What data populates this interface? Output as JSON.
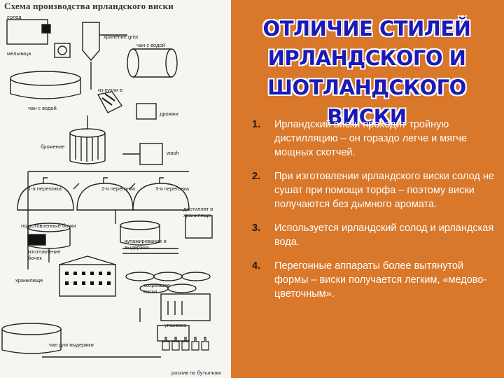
{
  "diagram": {
    "title": "Схема производства ирландского виски",
    "labels": {
      "malt": "солод",
      "malt_storage": "хранение grist",
      "mill": "мельница",
      "water_tank": "чан с водой",
      "mash_tun": "из кухни в",
      "wash_tun": "чан с водой",
      "yeast": "дрожжи",
      "fermentation": "брожение",
      "wash": "wash",
      "still_1": "1-я перегонка",
      "still_2": "2-я перегонка",
      "still_3": "3-я перегонка",
      "distillate": "дистиллят в хранилище",
      "new_casks": "подготовленные бочки",
      "filling": "изготовление бочек",
      "blend": "купажирование и выдержка",
      "warehouse": "хранилище",
      "matured": "созревшее виски",
      "bottling": "розлив по бутылкам",
      "packing": "упаковка",
      "dilution": "чан для выдержки",
      "bottles": "розлив по бутылкам"
    }
  },
  "heading": {
    "line1": "ОТЛИЧИЕ СТИЛЕЙ",
    "line2": "ИРЛАНДСКОГО И",
    "line3": "ШОТЛАНДСКОГО ВИСКИ"
  },
  "points": [
    {
      "num": "1.",
      "text": "Ирландский виски проходит тройную дистилляцию – он гораздо легче и мягче мощных скотчей."
    },
    {
      "num": "2.",
      "text": "При изготовлении ирландского виски солод не сушат при помощи торфа – поэтому виски получаются без дымного аромата."
    },
    {
      "num": "3.",
      "text": "Используется ирландский солод и ирландская вода."
    },
    {
      "num": "4.",
      "text": "Перегонные аппараты более вытянутой формы – виски получается легким, «медово-цветочным»."
    }
  ],
  "colors": {
    "background": "#d9772a",
    "heading": "#1a1ab8",
    "text": "#ffffff",
    "numbers": "#1b1b1b",
    "diagram_bg": "#f6f5f2"
  }
}
